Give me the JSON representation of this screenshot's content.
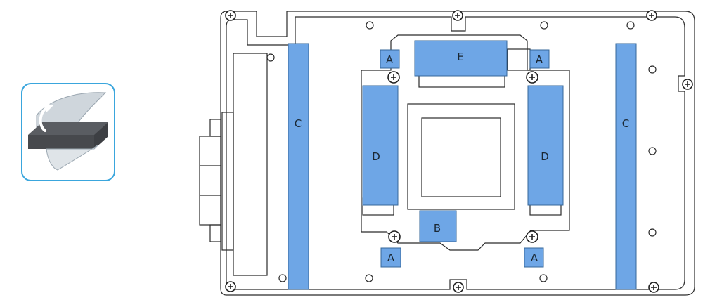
{
  "colors": {
    "pad_fill": "#6ea6e6",
    "pad_stroke": "#35679a",
    "outline": "#2b2b2b",
    "icon_border": "#3aa6dd"
  },
  "icons": {
    "peel_icon": "peel-film-icon"
  },
  "pads": {
    "a": "A",
    "b": "B",
    "c": "C",
    "d": "D",
    "e": "E"
  }
}
